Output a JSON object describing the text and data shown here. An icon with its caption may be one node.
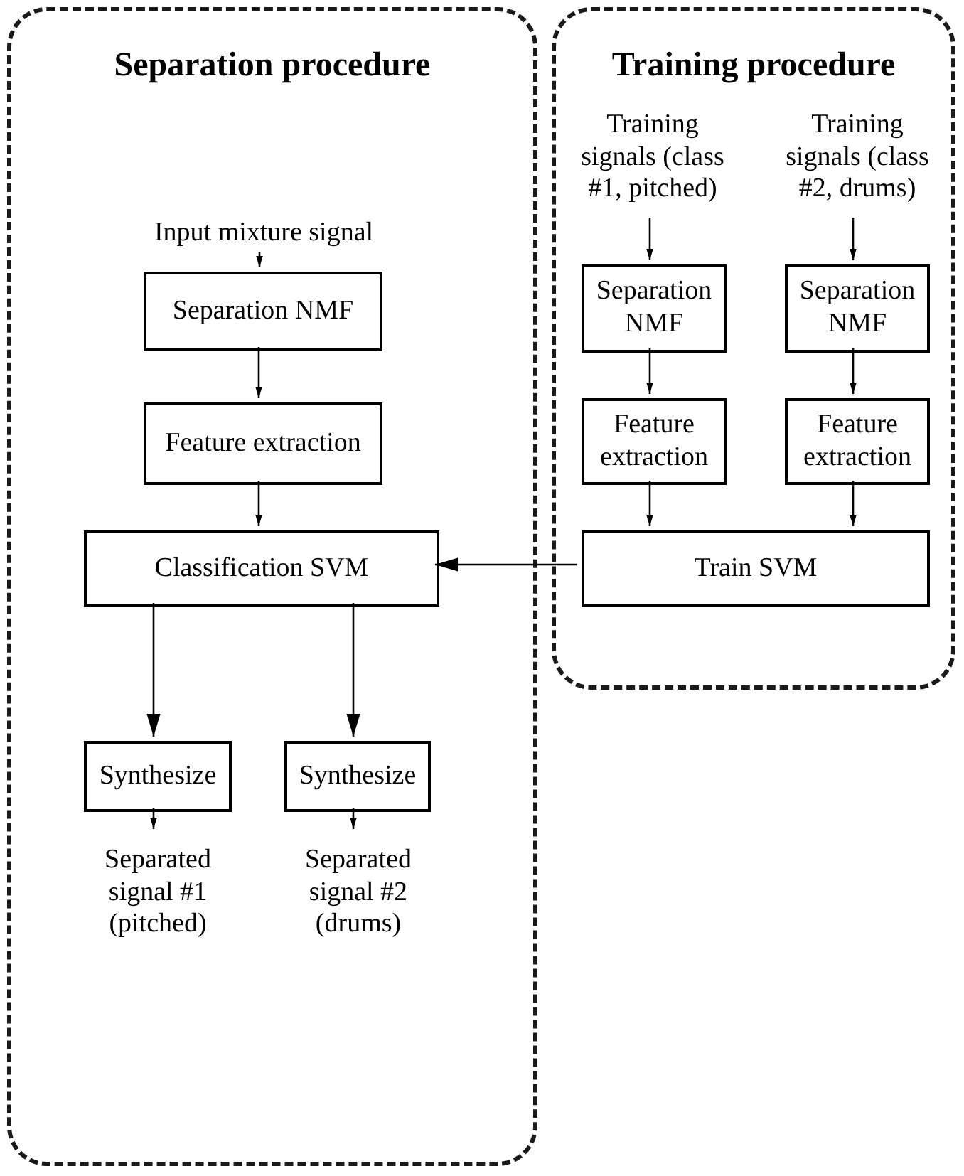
{
  "diagram": {
    "nodes": [
      {
        "text": [
          "Separation procedure"
        ]
      },
      {
        "text": [
          "Input mixture signal"
        ],
        "in": 0
      },
      {
        "text": [
          "Separation NMF"
        ],
        "in": 0
      },
      {
        "text": [
          "Feature extraction"
        ],
        "in": 0
      },
      {
        "text": [
          "Classification SVM"
        ],
        "in": 0
      },
      {
        "text": [
          "Synthesize"
        ],
        "in": 0
      },
      {
        "text": [
          "Synthesize"
        ],
        "in": 0
      },
      {
        "text": [
          "Separated signal #1 (pitched)"
        ],
        "in": 0
      },
      {
        "text": [
          "Separated signal #2 (drums)"
        ],
        "in": 0
      },
      {
        "text": [
          "Training procedure"
        ]
      },
      {
        "text": [
          "Training signals (class #1, pitched)"
        ],
        "in": 9
      },
      {
        "text": [
          "Training signals (class #2, drums)"
        ],
        "in": 9
      },
      {
        "text": [
          "Separation NMF"
        ],
        "in": 9
      },
      {
        "text": [
          "Separation NMF"
        ],
        "in": 9
      },
      {
        "text": [
          "Feature extraction"
        ],
        "in": 9
      },
      {
        "text": [
          "Feature extraction"
        ],
        "in": 9
      },
      {
        "text": [
          "Train SVM"
        ],
        "in": 9
      }
    ],
    "edges": [
      {
        "from": 1,
        "to": 2,
        "arrow": "to"
      },
      {
        "from": 2,
        "to": 3,
        "arrow": "to"
      },
      {
        "from": 3,
        "to": 4,
        "arrow": "to"
      },
      {
        "from": 4,
        "to": 5,
        "arrow": "to"
      },
      {
        "from": 4,
        "to": 6,
        "arrow": "to"
      },
      {
        "from": 5,
        "to": 7,
        "arrow": "to"
      },
      {
        "from": 6,
        "to": 8,
        "arrow": "to"
      },
      {
        "from": 10,
        "to": 12,
        "arrow": "to"
      },
      {
        "from": 11,
        "to": 13,
        "arrow": "to"
      },
      {
        "from": 12,
        "to": 14,
        "arrow": "to"
      },
      {
        "from": 13,
        "to": 15,
        "arrow": "to"
      },
      {
        "from": 14,
        "to": 16,
        "arrow": "to"
      },
      {
        "from": 15,
        "to": 16,
        "arrow": "to"
      },
      {
        "from": 16,
        "to": 4,
        "arrow": "to"
      }
    ]
  }
}
